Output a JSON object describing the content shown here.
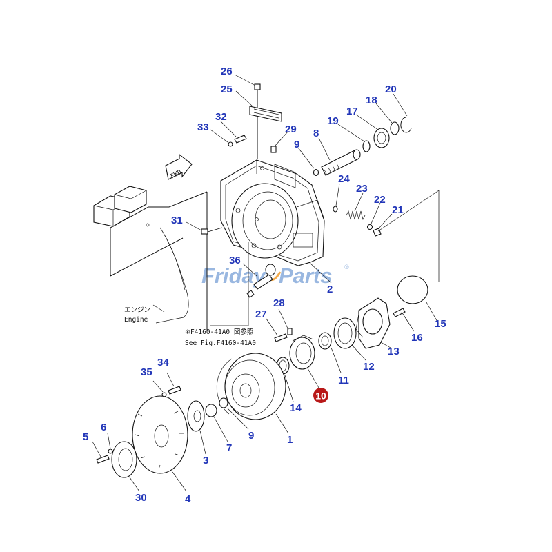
{
  "callouts": [
    {
      "id": "1",
      "label": "1"
    },
    {
      "id": "2",
      "label": "2"
    },
    {
      "id": "3",
      "label": "3"
    },
    {
      "id": "4",
      "label": "4"
    },
    {
      "id": "5",
      "label": "5"
    },
    {
      "id": "6",
      "label": "6"
    },
    {
      "id": "7",
      "label": "7"
    },
    {
      "id": "8",
      "label": "8"
    },
    {
      "id": "9a",
      "label": "9"
    },
    {
      "id": "9b",
      "label": "9"
    },
    {
      "id": "10",
      "label": "10",
      "highlighted": true
    },
    {
      "id": "11",
      "label": "11"
    },
    {
      "id": "12",
      "label": "12"
    },
    {
      "id": "13",
      "label": "13"
    },
    {
      "id": "14",
      "label": "14"
    },
    {
      "id": "15",
      "label": "15"
    },
    {
      "id": "16",
      "label": "16"
    },
    {
      "id": "17",
      "label": "17"
    },
    {
      "id": "18",
      "label": "18"
    },
    {
      "id": "19",
      "label": "19"
    },
    {
      "id": "20",
      "label": "20"
    },
    {
      "id": "21",
      "label": "21"
    },
    {
      "id": "22",
      "label": "22"
    },
    {
      "id": "23",
      "label": "23"
    },
    {
      "id": "24",
      "label": "24"
    },
    {
      "id": "25",
      "label": "25"
    },
    {
      "id": "26",
      "label": "26"
    },
    {
      "id": "27",
      "label": "27"
    },
    {
      "id": "28",
      "label": "28"
    },
    {
      "id": "29",
      "label": "29"
    },
    {
      "id": "30",
      "label": "30"
    },
    {
      "id": "31",
      "label": "31"
    },
    {
      "id": "32",
      "label": "32"
    },
    {
      "id": "33",
      "label": "33"
    },
    {
      "id": "34",
      "label": "34"
    },
    {
      "id": "35",
      "label": "35"
    },
    {
      "id": "36",
      "label": "36"
    }
  ],
  "annotations": {
    "fwd": "FWD",
    "engine_jp": "エンジン",
    "engine_en": "Engine",
    "see_fig_jp": "※F4160-41A0 図参照",
    "see_fig_en": "See Fig.F4160-41A0"
  },
  "watermark": {
    "part1": "Friday",
    "part2": "Parts",
    "mark": "®",
    "color_primary": "#8fb0dd",
    "color_accent": "#f2a33a"
  },
  "colors": {
    "callout": "#2236b8",
    "highlight_fill": "#b81818",
    "highlight_text": "#ffffff",
    "line": "#111111"
  }
}
